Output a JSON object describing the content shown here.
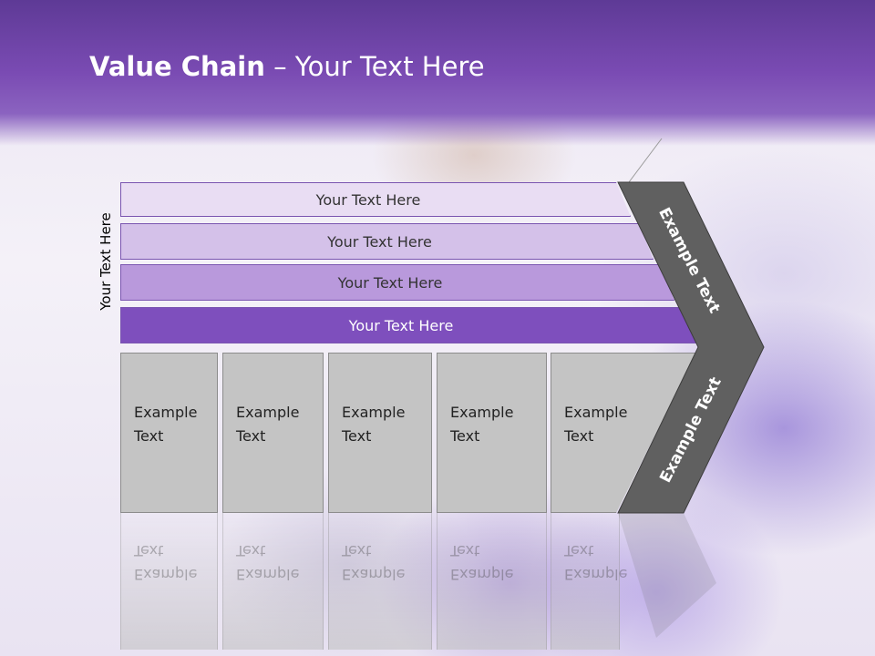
{
  "title": {
    "bold": "Value Chain",
    "rest": " – Your Text Here"
  },
  "side_label": "Your Text Here",
  "bars": [
    "Your Text Here",
    "Your Text Here",
    "Your Text Here",
    "Your Text Here"
  ],
  "boxes": [
    "Example\nText",
    "Example\nText",
    "Example\nText",
    "Example\nText",
    "Example\nText"
  ],
  "chevron": {
    "upper_text": "Example Text",
    "lower_text": "Example Text"
  },
  "colors": {
    "header": "#7a4bb3",
    "bar1": "#e9ddf3",
    "bar2": "#d4c1e9",
    "bar3": "#b999dc",
    "bar4": "#7e4fbd",
    "box": "#c4c4c4",
    "chevron": "#606060"
  }
}
